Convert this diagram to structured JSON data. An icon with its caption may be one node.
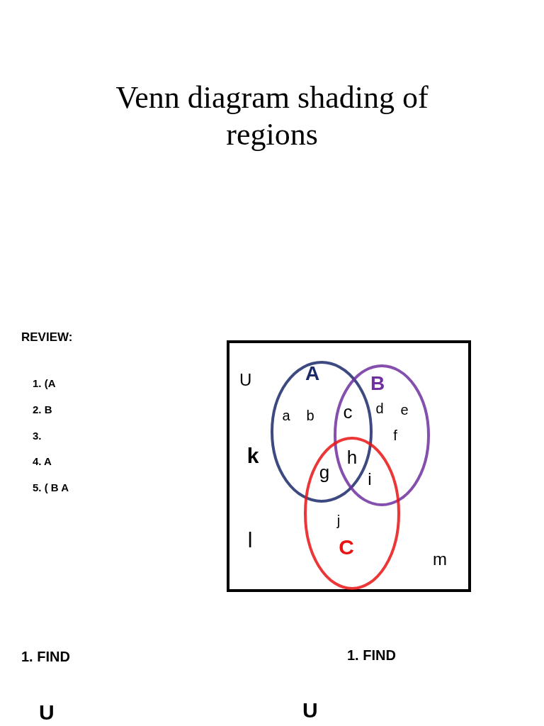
{
  "diagram": {
    "title": "Venn diagram shading of regions",
    "nodes": [
      {
        "text": [
          "U"
        ]
      },
      {
        "text": [
          "A"
        ],
        "in": 0
      },
      {
        "text": [
          "B"
        ],
        "in": 0
      },
      {
        "text": [
          "C"
        ],
        "in": 0
      }
    ],
    "labels": [
      "REVIEW:",
      "1. (A",
      "2. B",
      "3.",
      "4. A",
      "5. ( B A",
      "a",
      "b",
      "c",
      "d",
      "e",
      "f",
      "g",
      "h",
      "i",
      "j",
      "k",
      "l",
      "m",
      "1. FIND",
      "1. FIND",
      "U",
      "U"
    ]
  }
}
